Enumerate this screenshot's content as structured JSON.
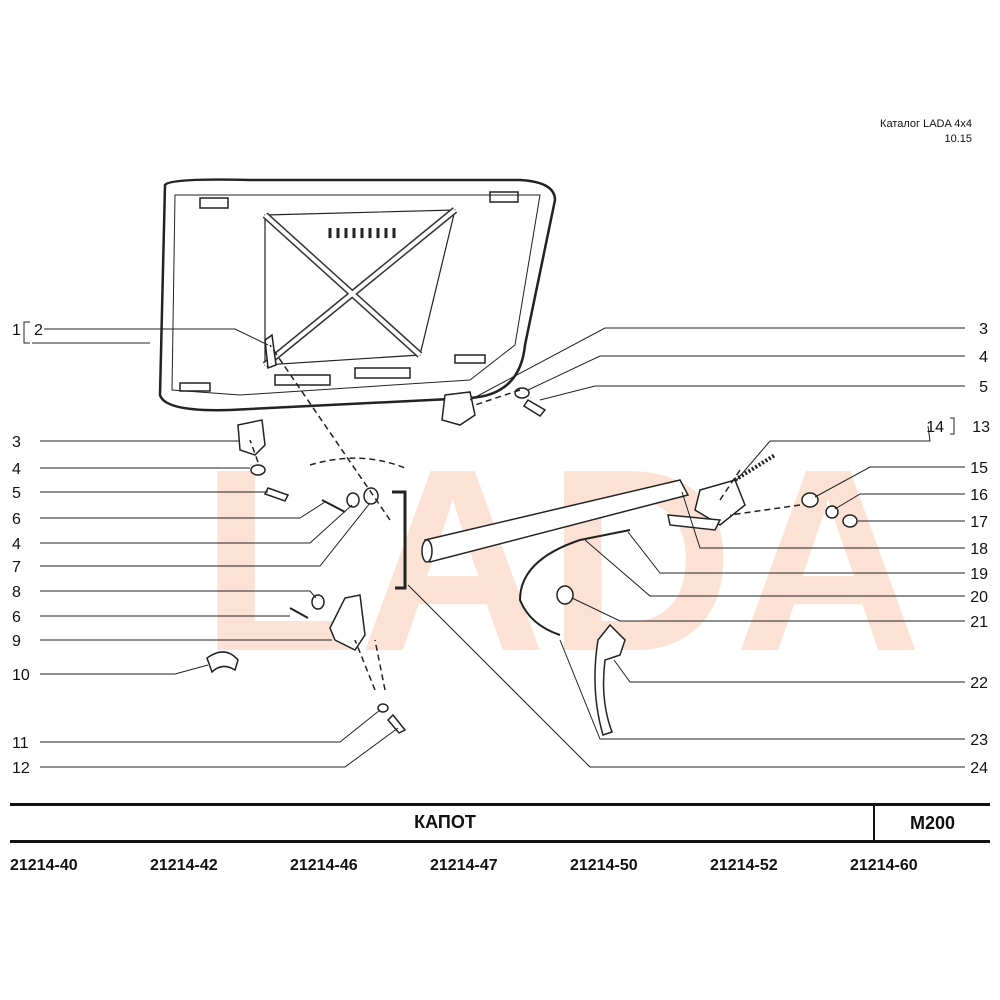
{
  "header": {
    "catalog": "Каталог  LADA  4x4",
    "date": "10.15"
  },
  "watermark": "LADA",
  "callouts_left": [
    "1",
    "2",
    "3",
    "4",
    "5",
    "6",
    "4",
    "7",
    "8",
    "6",
    "9",
    "10",
    "11",
    "12"
  ],
  "callouts_right": [
    "3",
    "4",
    "5",
    "14",
    "13",
    "15",
    "16",
    "17",
    "18",
    "19",
    "20",
    "21",
    "22",
    "23",
    "24"
  ],
  "title": "КАПОТ",
  "code": "M200",
  "models": [
    "21214-40",
    "21214-42",
    "21214-46",
    "21214-47",
    "21214-50",
    "21214-52",
    "21214-60"
  ]
}
